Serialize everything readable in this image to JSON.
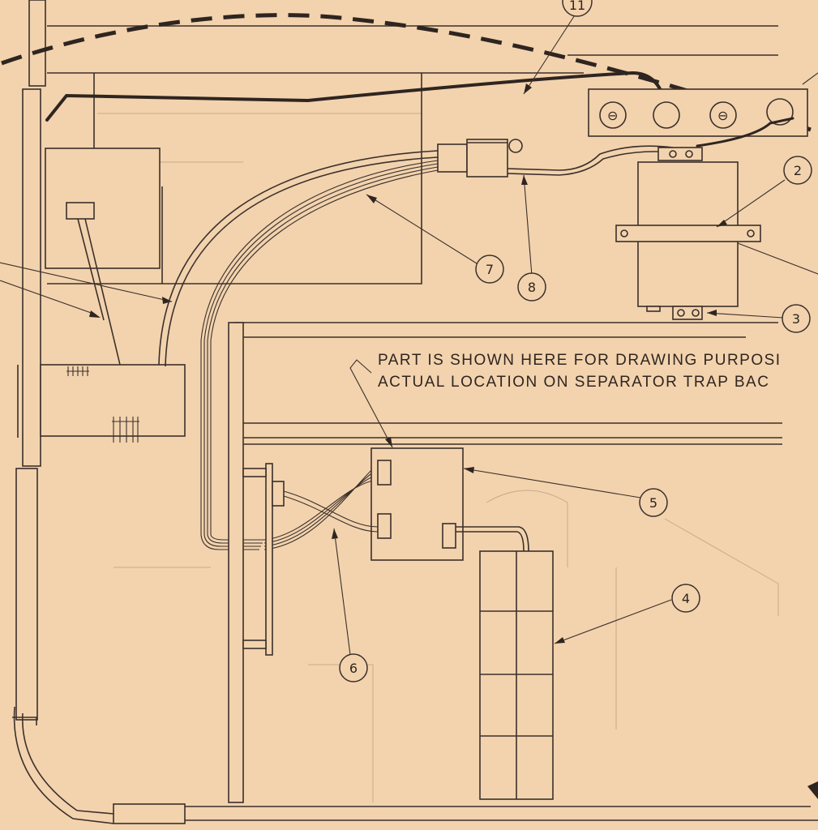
{
  "note": {
    "line1": "PART IS SHOWN HERE FOR DRAWING PURPOSI",
    "line2": "ACTUAL LOCATION ON SEPARATOR TRAP BAC"
  },
  "callouts": [
    {
      "id": "11",
      "label": "11"
    },
    {
      "id": "2",
      "label": "2"
    },
    {
      "id": "3",
      "label": "3"
    },
    {
      "id": "4",
      "label": "4"
    },
    {
      "id": "5",
      "label": "5"
    },
    {
      "id": "6",
      "label": "6"
    },
    {
      "id": "7",
      "label": "7"
    },
    {
      "id": "8",
      "label": "8"
    }
  ],
  "outlet_symbol": "⊖",
  "colors": {
    "paper": "#f2d3ae",
    "ink": "#3c302a"
  }
}
